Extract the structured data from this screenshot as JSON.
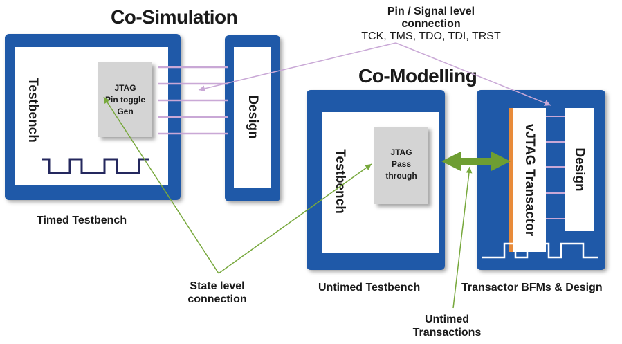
{
  "cosim": {
    "title": "Co-Simulation",
    "testbench_label": "Testbench",
    "jtag_box": "JTAG\nPin toggle\nGen",
    "design_label": "Design",
    "caption": "Timed Testbench"
  },
  "comodel": {
    "title": "Co-Modelling",
    "testbench_label": "Testbench",
    "jtag_box": "JTAG\nPass\nthrough",
    "transactor_label": "vJTAG Transactor",
    "design_label": "Design",
    "caption_left": "Untimed Testbench",
    "caption_right": "Transactor BFMs  & Design"
  },
  "pin_connection": {
    "line1": "Pin / Signal level",
    "line2": "connection",
    "signals": "TCK, TMS, TDO, TDI, TRST"
  },
  "state_connection": {
    "line1": "State level",
    "line2": "connection"
  },
  "untimed_transactions": {
    "line1": "Untimed",
    "line2": "Transactions"
  },
  "colors": {
    "block_blue": "#1f59a8",
    "pin_line": "#c9a8d6",
    "state_line": "#77a83c",
    "transaction_arrow": "#6e9e32",
    "transactor_bar": "#e88b3a"
  },
  "icons": {
    "clock_waveform": "square-wave-icon"
  }
}
